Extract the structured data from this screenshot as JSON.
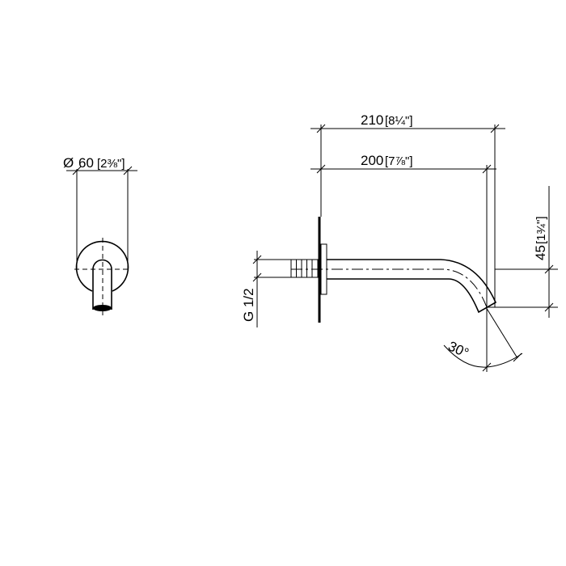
{
  "front_view": {
    "diameter_symbol": "Ø",
    "diameter_mm": "60",
    "diameter_in": "2⅜\""
  },
  "side_view": {
    "overall_length_mm": "210",
    "overall_length_in": "8¼\"",
    "spout_length_mm": "200",
    "spout_length_in": "7⅞\"",
    "drop_height_mm": "45",
    "drop_height_in": "1¾\"",
    "thread": "G 1/2",
    "outlet_angle": "30°"
  }
}
